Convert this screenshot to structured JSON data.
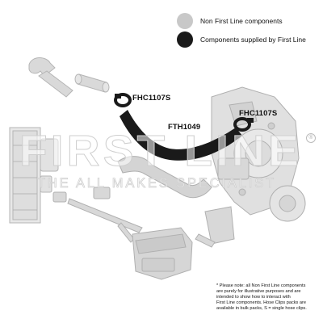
{
  "legend": {
    "items": [
      {
        "label": "Non First Line components",
        "color": "#c8c8c8"
      },
      {
        "label": "Components supplied by First Line",
        "color": "#1a1a1a"
      }
    ]
  },
  "parts": [
    {
      "code": "FHC1107S"
    },
    {
      "code": "FTH1049"
    },
    {
      "code": "FHC1107S"
    }
  ],
  "watermark": {
    "brand": "FIRST LINE",
    "tagline": "THE ALL MAKES SPECIALIST",
    "symbol": "®"
  },
  "note_lines": [
    "* Please note: all Non First Line components",
    "are purely for illustrative purposes and are",
    "intended to show how to interact with",
    "First Line components. Hose Clips packs are",
    "available in bulk packs, S = single hose clips."
  ],
  "colors": {
    "ghost_part": "#d6d6d6",
    "ghost_edge": "#b0b0b0",
    "supplied_part": "#1a1a1a"
  }
}
